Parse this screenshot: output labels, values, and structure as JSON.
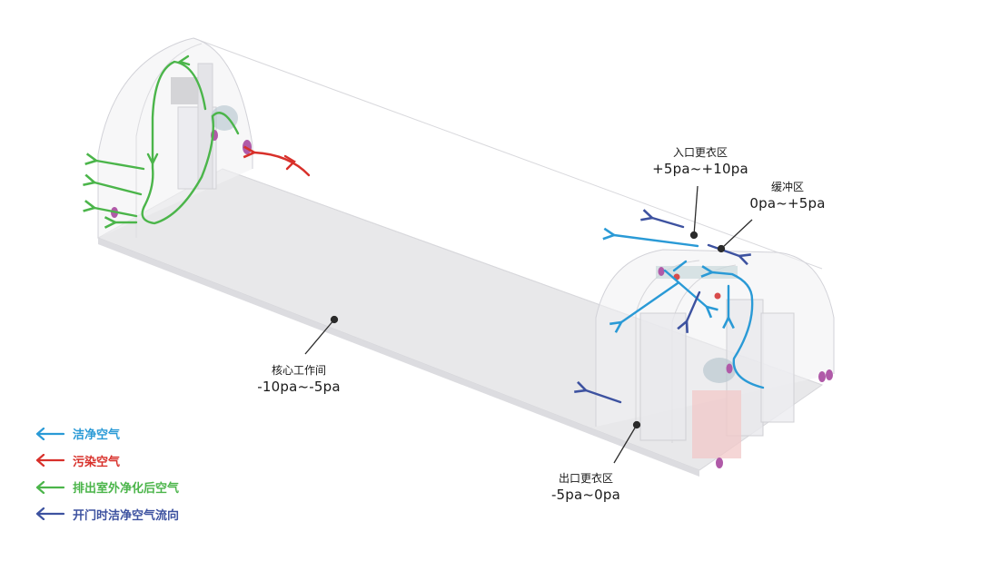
{
  "zones": {
    "entry_changing": {
      "name": "入口更衣区",
      "pressure": "+5pa~+10pa"
    },
    "buffer": {
      "name": "缓冲区",
      "pressure": "0pa~+5pa"
    },
    "core": {
      "name": "核心工作间",
      "pressure": "-10pa~-5pa"
    },
    "exit_changing": {
      "name": "出口更衣区",
      "pressure": "-5pa~0pa"
    }
  },
  "legend": [
    {
      "label": "洁净空气",
      "color": "#2a9ad6"
    },
    {
      "label": "污染空气",
      "color": "#d8302a"
    },
    {
      "label": "排出室外净化后空气",
      "color": "#4bb54a"
    },
    {
      "label": "开门时洁净空气流向",
      "color": "#3d52a0"
    }
  ]
}
